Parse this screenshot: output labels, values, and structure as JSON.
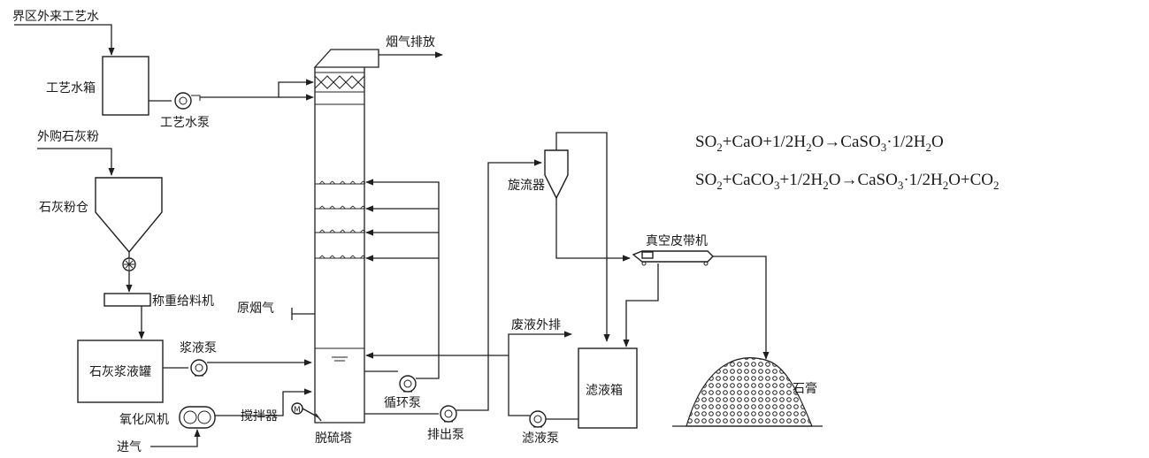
{
  "labels": {
    "external_water": "界区外来工艺水",
    "water_tank": "工艺水箱",
    "water_pump": "工艺水泵",
    "purchased_lime": "外购石灰粉",
    "lime_silo": "石灰粉仓",
    "weigh_feeder": "称重给料机",
    "slurry_tank": "石灰浆液罐",
    "slurry_pump": "浆液泵",
    "oxidation_fan": "氧化风机",
    "air_inlet": "进气",
    "agitator": "搅拌器",
    "desulf_tower": "脱硫塔",
    "raw_flue_gas": "原烟气",
    "flue_gas_out": "烟气排放",
    "circulation_pump": "循环泵",
    "discharge_pump": "排出泵",
    "cyclone": "旋流器",
    "waste_liquid": "废液外排",
    "filtrate_tank": "滤液箱",
    "filtrate_pump": "滤液泵",
    "vacuum_belt": "真空皮带机",
    "gypsum": "石膏"
  },
  "equations": {
    "eq1": {
      "so": "SO",
      "so_sub": "2",
      "cao": "+CaO+1/2H",
      "h_sub": "2",
      "o_arrow": "O→CaSO",
      "caso_sub": "3",
      "tail": "·1/2H",
      "tail_sub": "2",
      "end": "O"
    },
    "eq2": {
      "so": "SO",
      "so_sub": "2",
      "caco": "+CaCO",
      "caco_sub": "3",
      "mid": "+1/2H",
      "h_sub": "2",
      "o_arrow": "O→CaSO",
      "caso_sub": "3",
      "tail": "·1/2H",
      "tail_sub": "2",
      "co": "O+CO",
      "co_sub": "2"
    }
  }
}
